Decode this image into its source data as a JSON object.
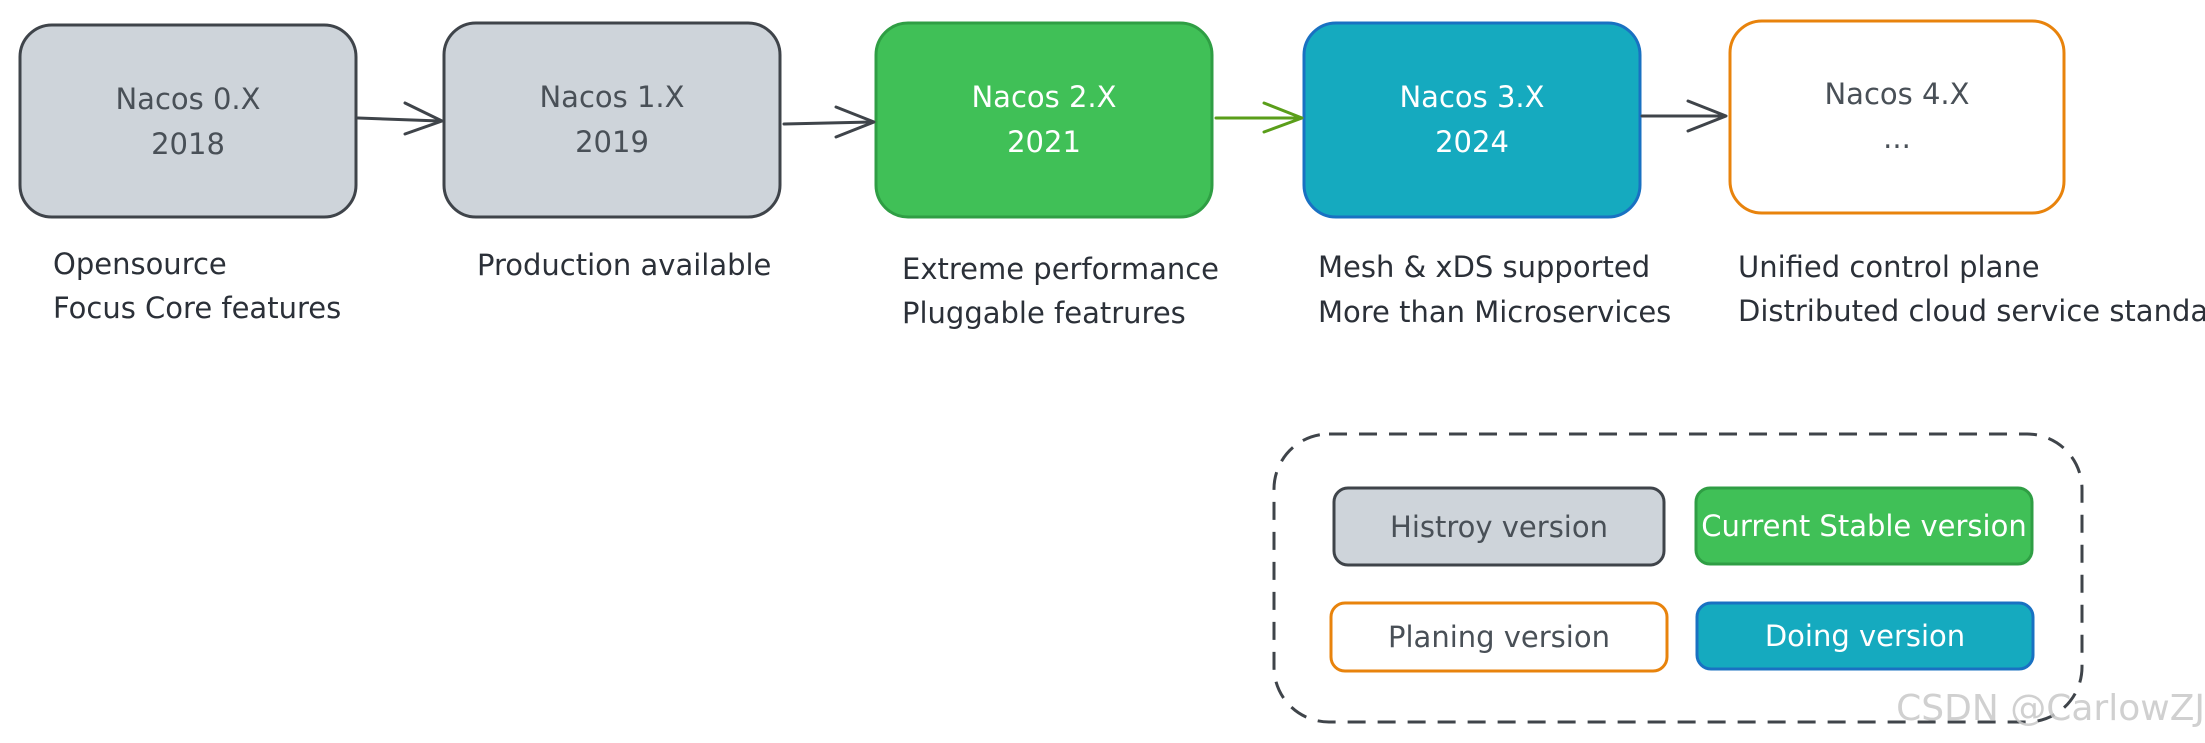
{
  "colors": {
    "history": "#ced4da",
    "current_stable": "#40c057",
    "doing": "#15aabf",
    "planning_border": "#e8830c",
    "stroke_dark": "#3f444a",
    "stroke_green": "#2f9e44",
    "stroke_blue": "#1971c2",
    "arrow_green": "#5a9e1a"
  },
  "versions": [
    {
      "name": "Nacos 0.X",
      "year": "2018",
      "status": "history",
      "desc_line1": "Opensource",
      "desc_line2": "Focus Core features"
    },
    {
      "name": "Nacos 1.X",
      "year": "2019",
      "status": "history",
      "desc_line1": "Production available",
      "desc_line2": ""
    },
    {
      "name": "Nacos 2.X",
      "year": "2021",
      "status": "current_stable",
      "desc_line1": "Extreme performance",
      "desc_line2": "Pluggable featrures"
    },
    {
      "name": "Nacos 3.X",
      "year": "2024",
      "status": "doing",
      "desc_line1": "Mesh & xDS supported",
      "desc_line2": "More than Microservices"
    },
    {
      "name": "Nacos 4.X",
      "year": "...",
      "status": "planning",
      "desc_line1": "Unified control plane",
      "desc_line2": "Distributed cloud service standard"
    }
  ],
  "legend": {
    "history": "Histroy version",
    "current_stable": "Current Stable version",
    "planning": "Planing version",
    "doing": "Doing version"
  },
  "watermark": "CSDN @CarlowZJ"
}
